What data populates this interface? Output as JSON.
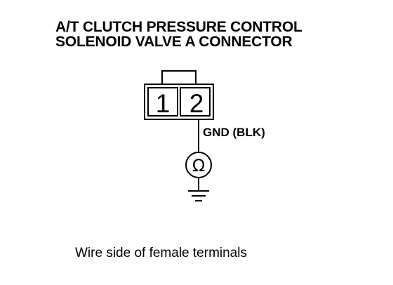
{
  "diagram": {
    "title_line_1": "A/T CLUTCH PRESSURE CONTROL",
    "title_line_2": "SOLENOID VALVE A CONNECTOR",
    "connector": {
      "pins": [
        "1",
        "2"
      ]
    },
    "wire_label": "GND (BLK)",
    "meter_symbol": "Ω",
    "ground_symbol": "ground-icon",
    "caption": "Wire side of female terminals"
  }
}
